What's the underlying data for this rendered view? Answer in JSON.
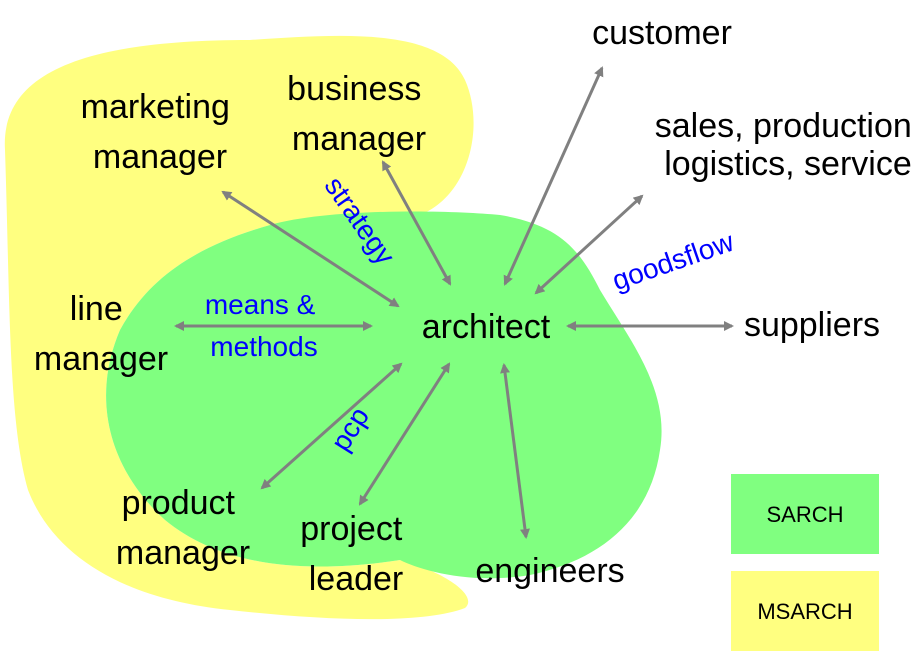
{
  "colors": {
    "msarch_fill": "#ffff80",
    "sarch_fill": "#80ff80",
    "arrow": "#808080",
    "edge_label": "#0000ff",
    "text": "#000000"
  },
  "nodes": {
    "customer": [
      "customer"
    ],
    "sales": [
      "sales, production",
      "logistics, service"
    ],
    "suppliers": [
      "suppliers"
    ],
    "marketing": [
      "marketing",
      "manager"
    ],
    "business": [
      "business",
      "manager"
    ],
    "line": [
      "line",
      "manager"
    ],
    "architect": [
      "architect"
    ],
    "product": [
      "product",
      "manager"
    ],
    "project": [
      "project",
      "leader"
    ],
    "engineers": [
      "engineers"
    ]
  },
  "edge_labels": {
    "strategy": "strategy",
    "goodsflow": "goodsflow",
    "means": [
      "means &",
      "methods"
    ],
    "pcp": "pcp"
  },
  "legend": {
    "sarch": "SARCH",
    "msarch": "MSARCH"
  }
}
